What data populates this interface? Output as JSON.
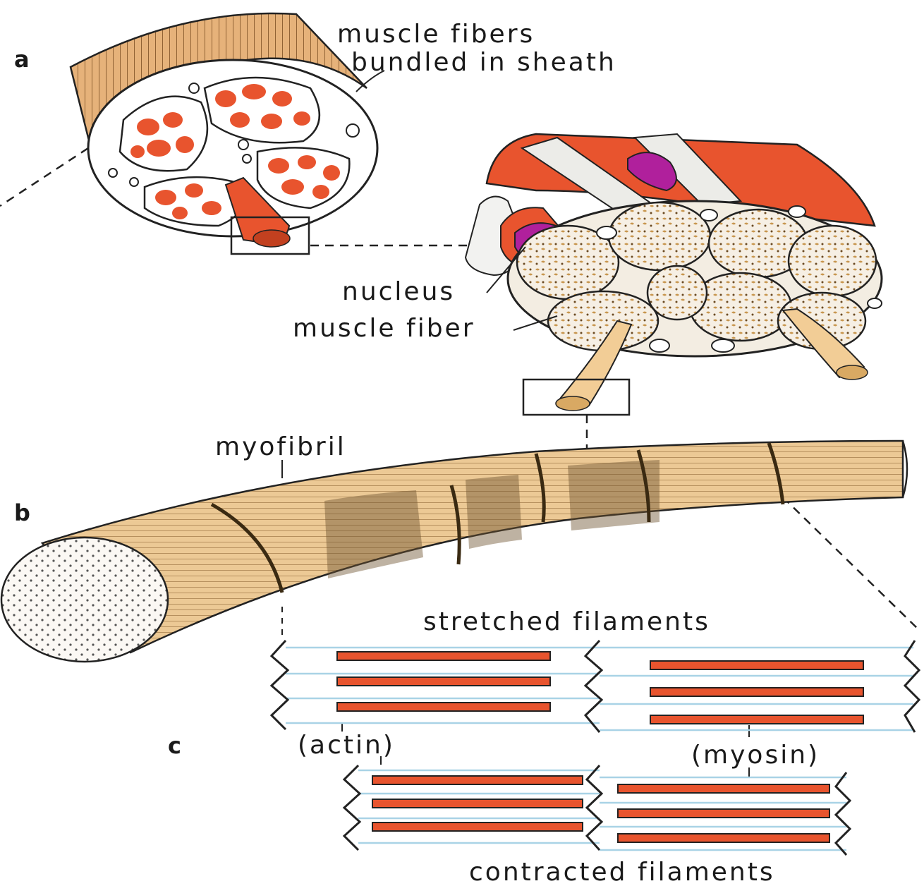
{
  "panel_labels": {
    "a": "a",
    "b": "b",
    "c": "c"
  },
  "labels": {
    "muscle_fibers_line1": "muscle fibers",
    "muscle_fibers_line2": "bundled in sheath",
    "nucleus": "nucleus",
    "muscle_fiber": "muscle fiber",
    "myofibril": "myofibril",
    "stretched_filaments": "stretched filaments",
    "actin": "(actin)",
    "myosin": "(myosin)",
    "contracted_filaments": "contracted filaments"
  },
  "colors": {
    "muscle_red": "#e8542e",
    "tendon_tan": "#e8b77e",
    "myofibril_tan": "#e9c48f",
    "nucleus_purple": "#b0209c",
    "actin_blue": "#a9d3e6",
    "myosin_red": "#e8542e",
    "outline": "#222222"
  }
}
